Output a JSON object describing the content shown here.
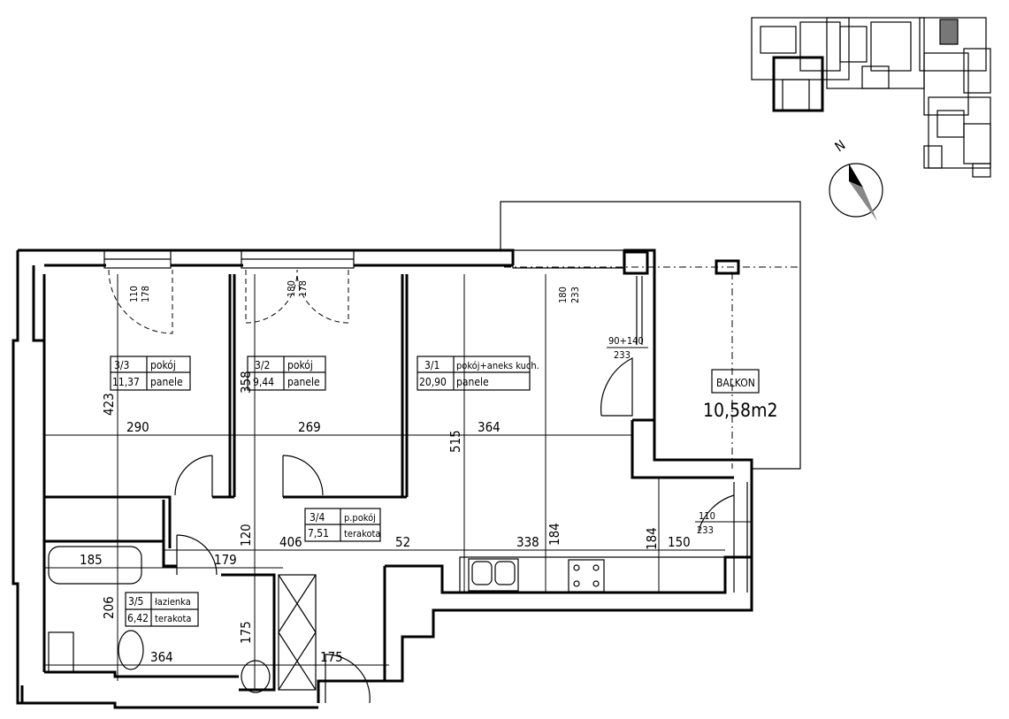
{
  "rooms": [
    {
      "id": "3/3",
      "name": "pokój",
      "area": "11,37",
      "floor": "panele"
    },
    {
      "id": "3/2",
      "name": "pokój",
      "area": "9,44",
      "floor": "panele"
    },
    {
      "id": "3/1",
      "name": "pokój+aneks kuch.",
      "area": "20,90",
      "floor": "panele"
    },
    {
      "id": "3/4",
      "name": "p.pokój",
      "area": "7,51",
      "floor": "terakota"
    },
    {
      "id": "3/5",
      "name": "łazienka",
      "area": "6,42",
      "floor": "terakota"
    }
  ],
  "balcony": {
    "label": "BALKON",
    "area": "10,58m2"
  },
  "dimensions": {
    "h": [
      "290",
      "269",
      "364",
      "406",
      "52",
      "338",
      "150",
      "185",
      "179",
      "364",
      "175"
    ],
    "v": [
      "423",
      "358",
      "515",
      "120",
      "206",
      "175",
      "184",
      "184"
    ]
  },
  "openings": {
    "w1": [
      "110",
      "178"
    ],
    "w2": [
      "180",
      "178"
    ],
    "w3": [
      "180",
      "233"
    ],
    "w4": [
      "90+140",
      "233"
    ],
    "w5": [
      "110",
      "233"
    ]
  },
  "compass": {
    "label": "N"
  }
}
